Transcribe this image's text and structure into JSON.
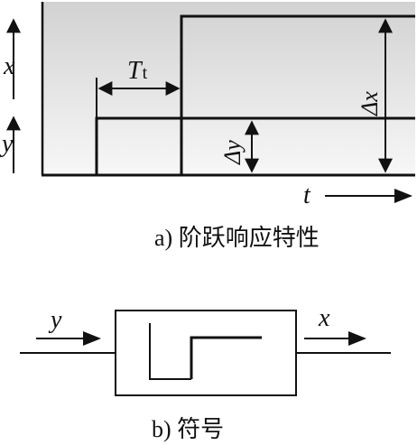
{
  "step_response": {
    "labels": {
      "x_axis_var": "x",
      "y_axis_var": "y",
      "time_var": "t",
      "dead_time_symbol": "T",
      "dead_time_subscript": "t",
      "delta_x": "Δx",
      "delta_y": "Δy"
    },
    "caption": "a) 阶跃响应特性"
  },
  "symbol": {
    "input_label": "y",
    "output_label": "x",
    "caption": "b) 符号"
  },
  "colors": {
    "panel_top": "#d2d2d2",
    "panel_bottom": "#f7f7f7",
    "line": "#111111"
  }
}
